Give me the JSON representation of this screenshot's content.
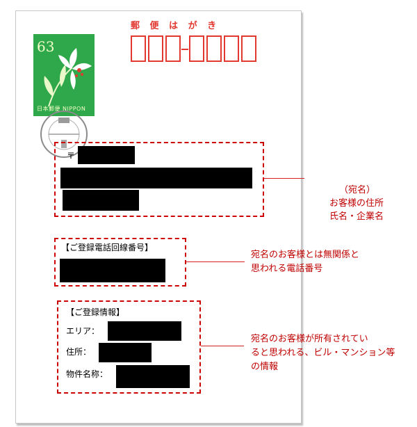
{
  "postcard": {
    "title": "郵 便 は が き",
    "zip_boxes": 7,
    "stamp": {
      "value": "63",
      "country": "日本郵便 NIPPON",
      "icon": "lily-icon"
    },
    "postmark_icon": "postmark-icon"
  },
  "address_block": {
    "postal_symbol": "〒"
  },
  "phone_block": {
    "title": "【ご登録電話回線番号】"
  },
  "info_block": {
    "title": "【ご登録情報】",
    "fields": [
      {
        "label": "エリア："
      },
      {
        "label": "住所："
      },
      {
        "label": "物件名称："
      }
    ]
  },
  "annotations": {
    "address": {
      "line1": "（宛名）",
      "line2": "お客様の住所",
      "line3": "氏名・企業名"
    },
    "phone": {
      "line1": "宛名のお客様とは無関係と",
      "line2": "思われる電話番号"
    },
    "info": {
      "line1": "宛名のお客様が所有されてい",
      "line2": "ると思われる、ビル・マンション等",
      "line3": "の情報"
    }
  },
  "colors": {
    "accent_red": "#cc0000",
    "postcard_red": "#e3382f",
    "stamp_green": "#2ea84a",
    "redaction": "#000000"
  }
}
